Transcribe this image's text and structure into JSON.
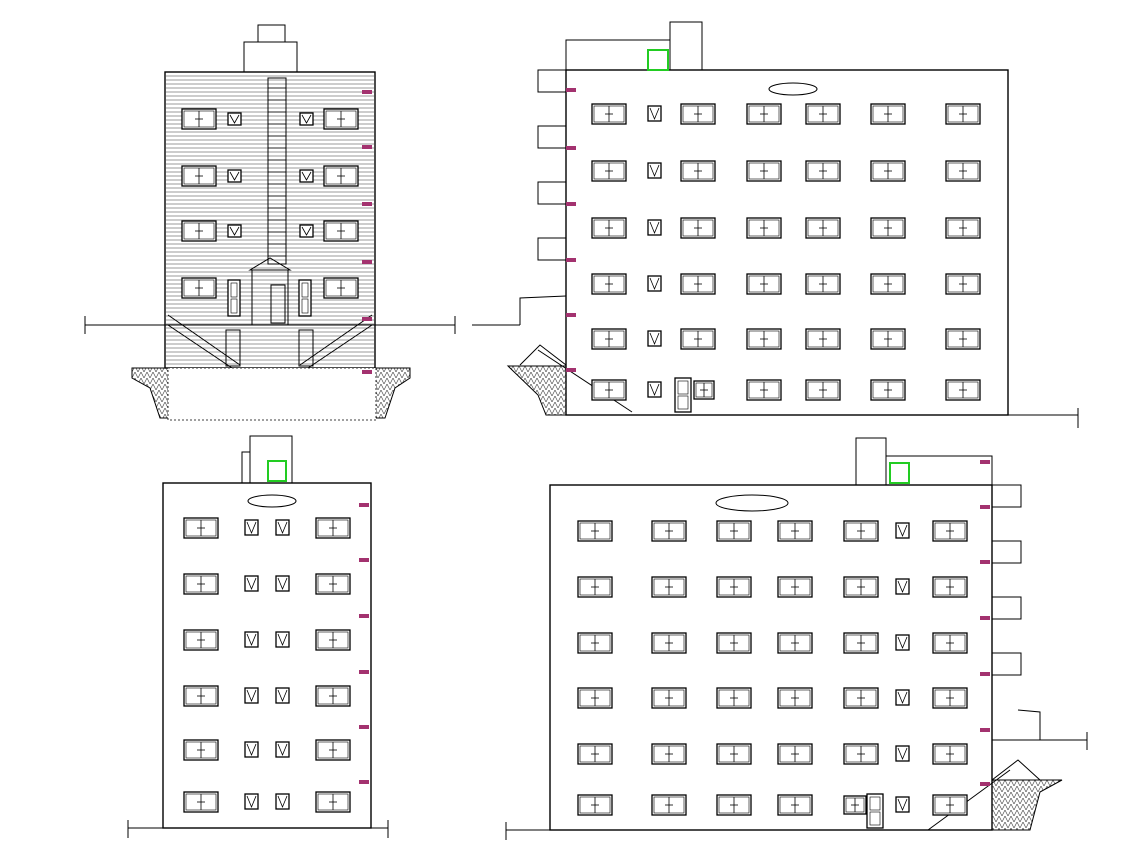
{
  "drawing": {
    "type": "architectural-elevations",
    "views": [
      {
        "id": "front",
        "floors": 6
      },
      {
        "id": "right-side",
        "floors": 6
      },
      {
        "id": "rear",
        "floors": 6
      },
      {
        "id": "left-side",
        "floors": 6
      }
    ]
  },
  "colors": {
    "line": "#000000",
    "marker": "#a3326f",
    "roof_door": "#22cc22",
    "sign_accent": "#3a8a6a",
    "hatch": "#555555"
  },
  "icons": [
    "window-icon",
    "vent-window-icon",
    "door-icon",
    "roof-door-icon",
    "sign-icon",
    "level-marker-icon"
  ]
}
